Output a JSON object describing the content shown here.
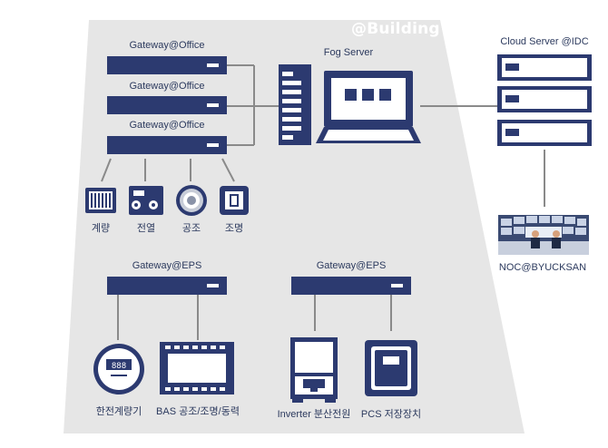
{
  "building_tag": "@Building",
  "gateways": {
    "office_1": "Gateway@Office",
    "office_2": "Gateway@Office",
    "office_3": "Gateway@Office",
    "eps_left": "Gateway@EPS",
    "eps_right": "Gateway@EPS"
  },
  "fog_server": "Fog Server",
  "cloud_server": "Cloud Server @IDC",
  "noc": "NOC@BYUCKSAN",
  "sensors": {
    "meter": "계량",
    "power": "전열",
    "hvac": "공조",
    "lighting": "조명"
  },
  "eps_devices": {
    "kepco_meter": "한전계량기",
    "bas": "BAS 공조/조명/동력",
    "inverter": "Inverter 분산전원",
    "pcs": "PCS 저장장치"
  },
  "meter_display": "888",
  "colors": {
    "navy": "#2c3a70",
    "gray_bg": "#e6e6e6",
    "line": "#8c8c8c",
    "white": "#ffffff"
  }
}
